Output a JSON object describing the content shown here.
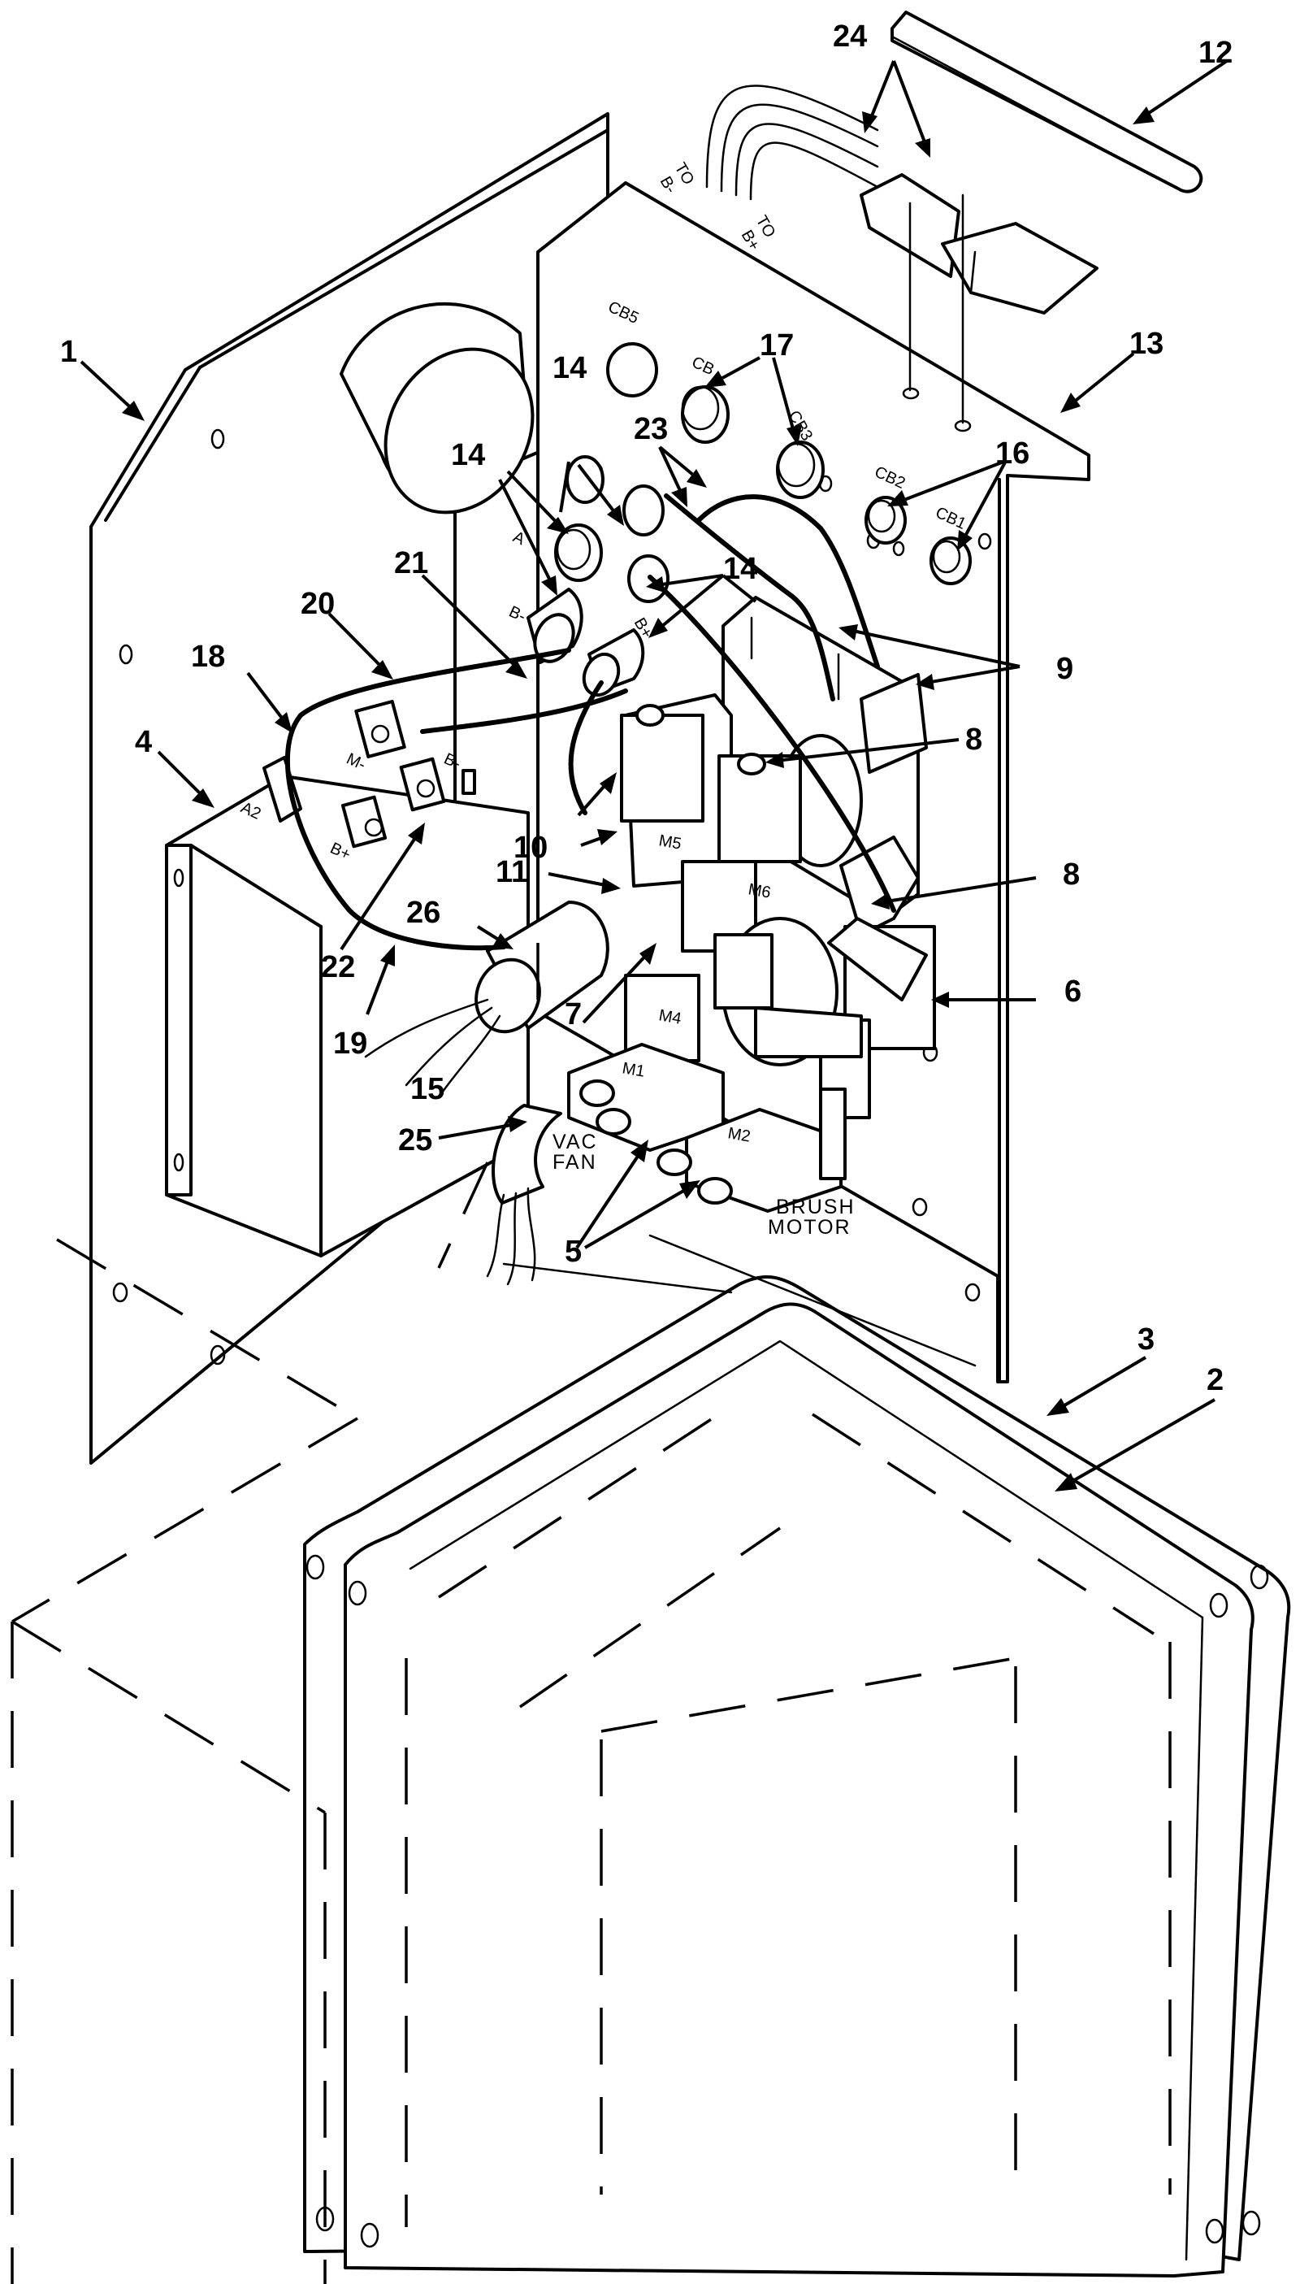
{
  "callouts": {
    "c1": "1",
    "c2": "2",
    "c3": "3",
    "c4": "4",
    "c5": "5",
    "c6": "6",
    "c7": "7",
    "c8a": "8",
    "c8b": "8",
    "c9": "9",
    "c10": "10",
    "c11": "11",
    "c12": "12",
    "c13": "13",
    "c14a": "14",
    "c14b": "14",
    "c14c": "14",
    "c15": "15",
    "c16": "16",
    "c17": "17",
    "c18": "18",
    "c19": "19",
    "c20": "20",
    "c21": "21",
    "c22": "22",
    "c23": "23",
    "c24": "24",
    "c25": "25",
    "c26": "26"
  },
  "panel_labels": {
    "to_b_minus_1": "TO",
    "to_b_minus_2": "B-",
    "to_b_plus_1": "TO",
    "to_b_plus_2": "B+",
    "cb5": "CB5",
    "cb4": "CB",
    "cb3": "CB3",
    "cb2": "CB2",
    "cb1": "CB1",
    "a1": "A",
    "b_minus": "B-",
    "b_plus_term": "B+",
    "m_minus": "M-",
    "b_minus_term": "B-",
    "a2": "A2",
    "b_plus": "B+",
    "m5": "M5",
    "m6": "M6",
    "m4": "M4",
    "m1": "M1",
    "m2": "M2",
    "vac": "VAC",
    "fan": "FAN",
    "brush": "BRUSH",
    "motor": "MOTOR"
  }
}
